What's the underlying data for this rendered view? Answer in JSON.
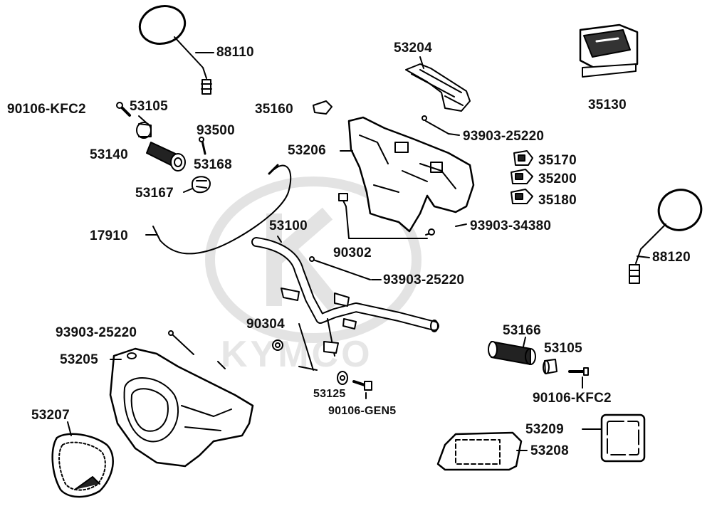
{
  "watermark": {
    "brand": "KYMCO"
  },
  "labels": {
    "p88110": "88110",
    "p90106_kfc2_top": "90106-KFC2",
    "p53105_top": "53105",
    "p53140": "53140",
    "p93500": "93500",
    "p53168": "53168",
    "p53167": "53167",
    "p17910": "17910",
    "p53204": "53204",
    "p35160": "35160",
    "p35130": "35130",
    "p53206": "53206",
    "p93903_25220_a": "93903-25220",
    "p35170": "35170",
    "p35200": "35200",
    "p35180": "35180",
    "p93903_34380": "93903-34380",
    "p53100": "53100",
    "p90302": "90302",
    "p93903_25220_b": "93903-25220",
    "p88120": "88120",
    "p90304": "90304",
    "p93903_25220_c": "93903-25220",
    "p53205": "53205",
    "p53166": "53166",
    "p53105_bottom": "53105",
    "p90106_kfc2_bottom": "90106-KFC2",
    "p53125": "53125",
    "p90106_gen5": "90106-GEN5",
    "p53207": "53207",
    "p53209": "53209",
    "p53208": "53208"
  }
}
